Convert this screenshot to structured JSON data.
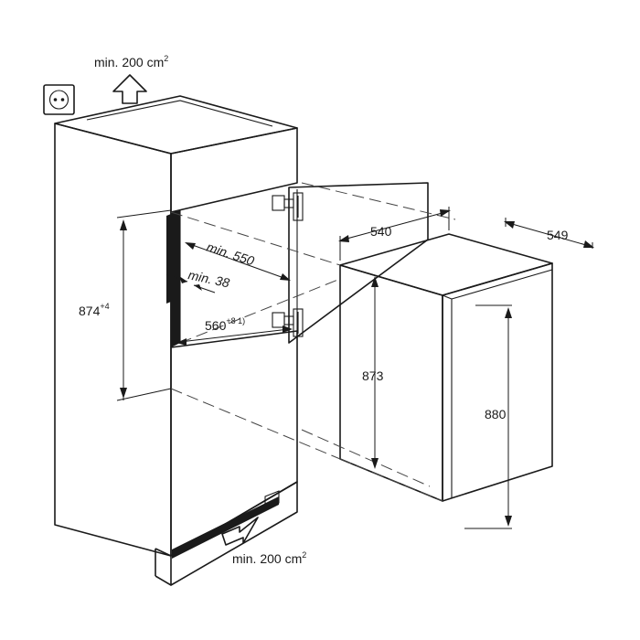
{
  "labels": {
    "vent_top": "min. 200 cm",
    "vent_top_sup": "2",
    "vent_bottom": "min. 200 cm",
    "vent_bottom_sup": "2",
    "depth_min": "min. 550",
    "gap_min": "min. 38",
    "width_niche": "560",
    "width_niche_sup": "+8 1)",
    "height_niche": "874",
    "height_niche_sup": "+4",
    "appliance_depth": "540",
    "appliance_depth_total": "549",
    "appliance_height": "873",
    "appliance_height_total": "880"
  },
  "icons": {
    "socket": "power-socket-icon",
    "arrow_up": "airflow-up-arrow-icon",
    "arrow_in": "airflow-in-arrow-icon",
    "hinge": "hinge-icon"
  },
  "colors": {
    "line": "#1a1a1a",
    "vent_fill": "#1a1a1a"
  }
}
